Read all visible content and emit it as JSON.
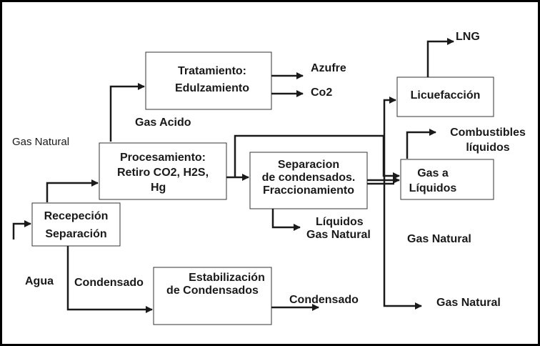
{
  "colors": {
    "line": "#1a1a1a",
    "background": "#ffffff",
    "border": "#000000"
  },
  "boxes": {
    "recepcion": [
      "Recepeción",
      "Separación"
    ],
    "procesamiento": [
      "Procesamiento:",
      "Retiro CO2, H2S,",
      "Hg"
    ],
    "tratamiento": [
      "Tratamiento:",
      "Edulzamiento"
    ],
    "separacion": [
      "Separacion",
      "de condensados.",
      "Fraccionamiento"
    ],
    "licuefaccion": [
      "Licuefacción"
    ],
    "gas_a_liquidos": [
      "Gas a",
      "Líquidos"
    ],
    "estabilizacion": [
      "Estabilización",
      "de Condensados"
    ]
  },
  "labels": {
    "gas_natural_input": "Gas Natural",
    "gas_acido": "Gas Acido",
    "azufre": "Azufre",
    "co2": "Co2",
    "lng": "LNG",
    "combustibles": [
      "Combustibles",
      "líquidos"
    ],
    "liquidos_gas_natural": [
      "Líquidos",
      "Gas Natural"
    ],
    "gas_natural_mid": "Gas Natural",
    "gas_natural_bottom": "Gas Natural",
    "agua": "Agua",
    "condensado_left": "Condensado",
    "condensado_right": "Condensado"
  }
}
